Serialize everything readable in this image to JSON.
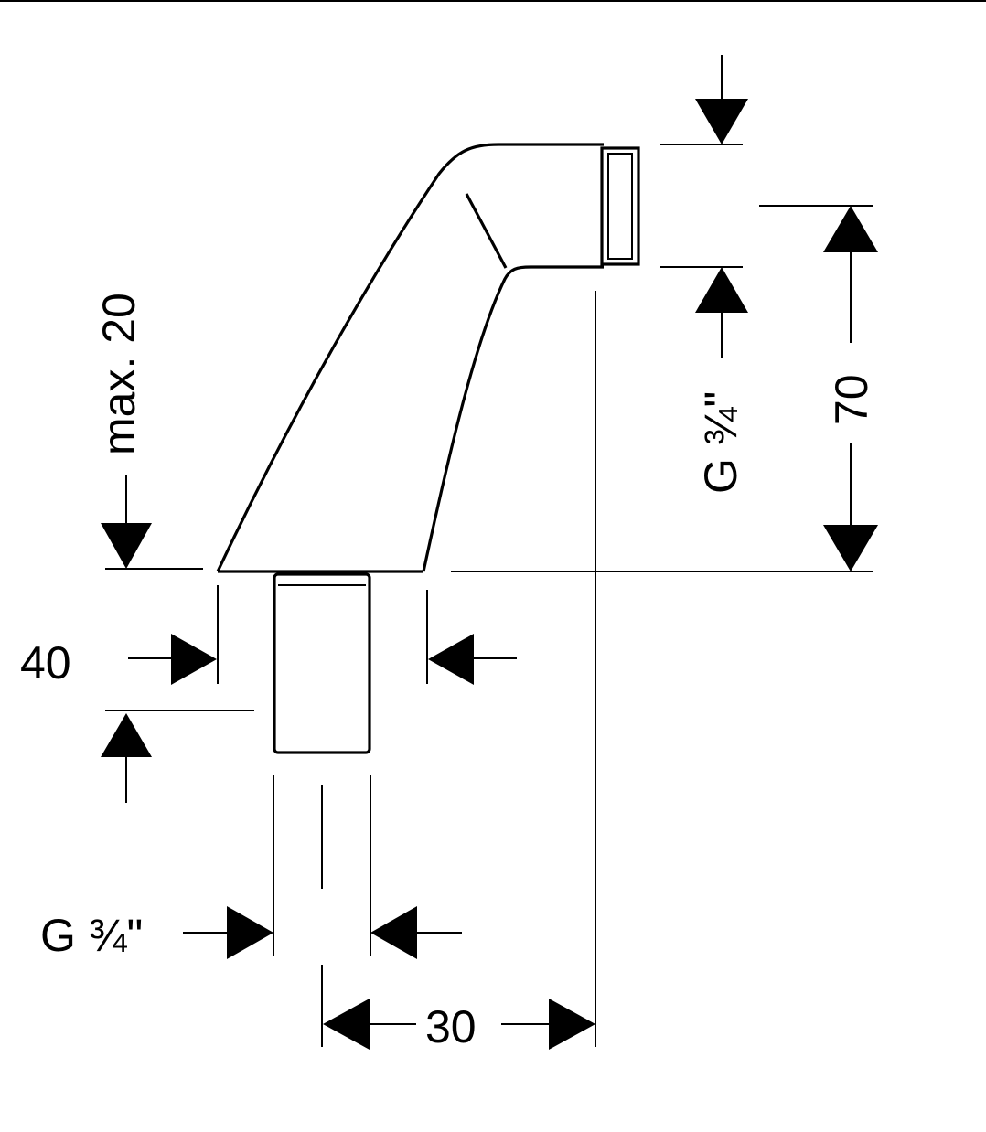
{
  "drawing": {
    "line_color": "#000000",
    "background": "#ffffff",
    "labels": {
      "max_depth": "max. 20",
      "spout_length": "40",
      "inlet_thread": "G ¾\"",
      "outlet_thread": "G ¾\"",
      "height": "70",
      "offset": "30"
    }
  }
}
